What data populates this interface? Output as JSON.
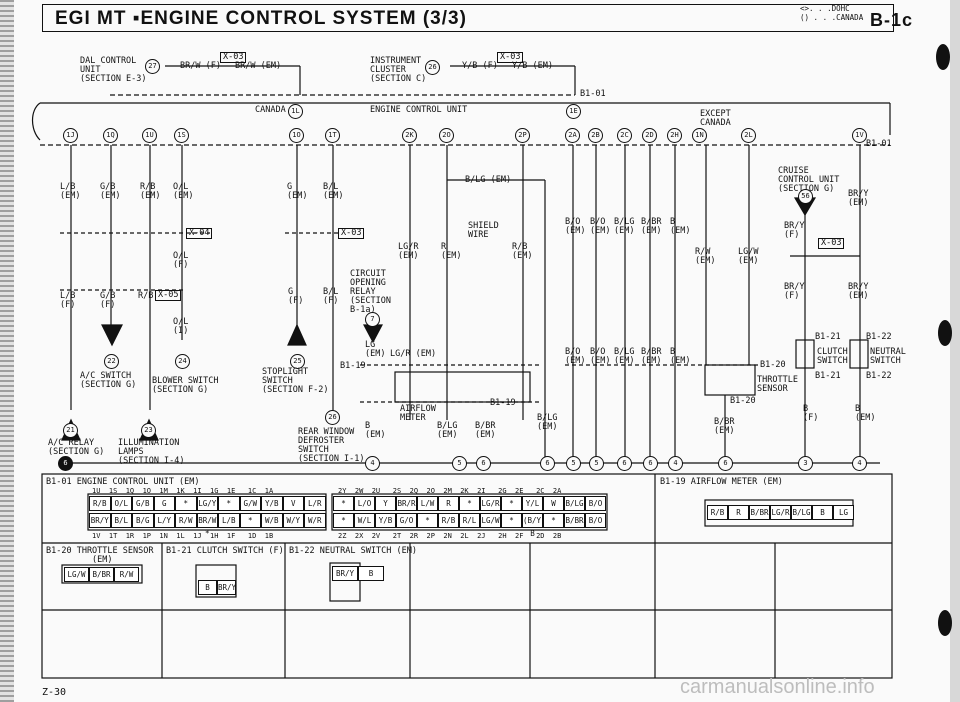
{
  "header": {
    "title": "EGI MT  ▪ENGINE CONTROL SYSTEM (3/3)",
    "legend_line1": "<>. . .DOHC",
    "legend_line2": "() . . .CANADA",
    "page_code": "B-1c"
  },
  "top_labels": {
    "dal_control": "DAL CONTROL\nUNIT\n(SECTION E-3)",
    "dal_pin": "27",
    "dal_wire": "BR/W (F)",
    "dal_wire2": "BR/W (EM)",
    "dal_conn": "X-03",
    "instrument": "INSTRUMENT\nCLUSTER\n(SECTION C)",
    "inst_pin": "26",
    "inst_wire": "Y/B (F)",
    "inst_wire2": "Y/B (EM)",
    "inst_conn": "X-03",
    "b1_01_top": "B1-01",
    "canada": "CANADA",
    "canada_pin": "1L",
    "ecu": "ENGINE CONTROL UNIT",
    "ecu_pin": "1E",
    "except_canada": "EXCEPT\nCANADA",
    "b1_01_right": "B1-01"
  },
  "ecu_pins": [
    "1J",
    "1Q",
    "1U",
    "1S",
    "1O",
    "1T",
    "2K",
    "2O",
    "2P",
    "2A",
    "2B",
    "2C",
    "2D",
    "2H",
    "1N",
    "2L",
    "1V"
  ],
  "wires": {
    "w1": "L/B\n(EM)",
    "w2": "G/B\n(EM)",
    "w3": "R/B\n(EM)",
    "w4": "O/L\n(EM)",
    "w5": "G\n(EM)",
    "w6": "B/L\n(EM)",
    "w1f": "L/B\n(F)",
    "w2f": "G/B\n(F)",
    "w3f": "R/B",
    "w4f": "O/L\n(F)",
    "w4i": "O/L\n(I)",
    "w5f": "G\n(F)",
    "w6f": "B/L\n(F)",
    "x04": "X-04",
    "x05": "X-05",
    "x03": "X-03",
    "blg_em": "B/LG (EM)",
    "shield": "SHIELD\nWIRE",
    "lgr": "LG/R\n(EM)",
    "r_em": "R\n(EM)",
    "rb_em": "R/B\n(EM)",
    "bo1": "B/O\n(EM)",
    "bo2": "B/O\n(EM)",
    "blg": "B/LG\n(EM)",
    "bbr": "B/BR\n(EM)",
    "b": "B\n(EM)",
    "rw": "R/W\n(EM)",
    "lgw": "LG/W\n(EM)",
    "cruise": "CRUISE\nCONTROL UNIT\n(SECTION G)",
    "cruise_pin": "56",
    "bry_em": "BR/Y\n(EM)",
    "bry_f": "BR/Y\n(F)",
    "x03b": "X-03",
    "bry_f2": "BR/Y\n(F)",
    "bry_em2": "BR/Y\n(EM)",
    "circuit": "CIRCUIT\nOPENING\nRELAY\n(SECTION\nB-1a)",
    "circuit_pin": "7",
    "lg_em": "LG\n(EM)",
    "lgr_em2": "LG/R (EM)",
    "b1_19": "B1-19",
    "airflow": "AIRFLOW\nMETER",
    "b1_19b": "B1-19",
    "b_em": "B\n(EM)",
    "blg_em2": "B/LG\n(EM)",
    "bbr_em2": "B/BR\n(EM)",
    "blg3": "B/LG\n(EM)",
    "bo3": "B/O\n(EM)",
    "bo4": "B/O\n(EM)",
    "blg4": "B/LG\n(EM)",
    "bbr4": "B/BR\n(EM)",
    "b4": "B\n(EM)",
    "b1_20": "B1-20",
    "throttle": "THROTTLE\nSENSOR",
    "b1_20b": "B1-20",
    "bbr5": "B/BR\n(EM)",
    "b1_21": "B1-21",
    "b1_22": "B1-22",
    "clutch": "CLUTCH\nSWITCH",
    "neutral": "NEUTRAL\nSWITCH",
    "b1_21b": "B1-21",
    "b1_22b": "B1-22",
    "bf": "B\n(F)",
    "bem": "B\n(EM)",
    "ac_switch": "A/C SWITCH\n(SECTION G)",
    "ac_pin": "22",
    "blower": "BLOWER SWITCH\n(SECTION G)",
    "blower_pin": "24",
    "stoplight": "STOPLIGHT\nSWITCH\n(SECTION F-2)",
    "stop_pin": "25",
    "rear_window": "REAR WINDOW\nDEFROSTER\nSWITCH\n(SECTION I-1)",
    "rear_pin": "26",
    "ac_relay": "A/C RELAY\n(SECTION G)",
    "ac_relay_pin": "21",
    "illum": "ILLUMINATION\nLAMPS\n(SECTION I-4)",
    "illum_pin": "23"
  },
  "ground_pins": [
    "4",
    "5",
    "6",
    "6",
    "5",
    "5",
    "6",
    "6",
    "4",
    "6",
    "3",
    "4"
  ],
  "ground_symbol": "6",
  "tables": {
    "t1_title": "B1-01 ENGINE CONTROL UNIT (EM)",
    "t1_top_labels": "1U  1S  1Q  1O  1M  1K  1I  1G  1E   1C  1A",
    "t1_row1": [
      "R/B",
      "O/L",
      "G/B",
      "G",
      "*",
      "LG/Y",
      "*",
      "G/W",
      "Y/B",
      "V",
      "L/R"
    ],
    "t1_row2": [
      "BR/Y",
      "B/L",
      "B/G",
      "L/Y",
      "R/W",
      "BR/W *",
      "L/B",
      "*",
      "W/B",
      "W/Y",
      "W/R"
    ],
    "t1_bot_labels": "1V  1T  1R  1P  1N  1L  1J  1H  1F   1D  1B",
    "t1b_top_labels": "2Y  2W  2U   2S  2Q  2O  2M  2K  2I   2G  2E   2C  2A",
    "t1b_row1": [
      "*",
      "L/O",
      "Y",
      "BR/R *",
      "L/W",
      "R",
      "*",
      "LG/R",
      "*",
      "Y/L *",
      "W",
      "B/LG",
      "B/O"
    ],
    "t1b_row2": [
      "*",
      "W/L",
      "Y/B",
      "G/O",
      "*",
      "R/B",
      "R/L",
      "LG/W",
      "*",
      "(B/Y) B",
      "*",
      "B/BR",
      "B/O"
    ],
    "t1b_bot_labels": "2Z  2X  2V   2T  2R  2P  2N  2L  2J   2H  2F   2D  2B",
    "t2_title": "B1-19 AIRFLOW METER (EM)",
    "t2_row": [
      "R/B",
      "R",
      "B/BR",
      "LG/R",
      "B/LG",
      "B",
      "LG"
    ],
    "t3_title": "B1-20 THROTTLE SENSOR\n         (EM)",
    "t3_row": [
      "LG/W",
      "B/BR",
      "R/W"
    ],
    "t4_title": "B1-21 CLUTCH SWITCH (F)",
    "t4_row": [
      "B",
      "BR/Y"
    ],
    "t5_title": "B1-22 NEUTRAL SWITCH (EM)",
    "t5_row": [
      "BR/Y",
      "B"
    ]
  },
  "footer": {
    "page": "Z-30",
    "watermark": "carmanualsonline.info"
  }
}
